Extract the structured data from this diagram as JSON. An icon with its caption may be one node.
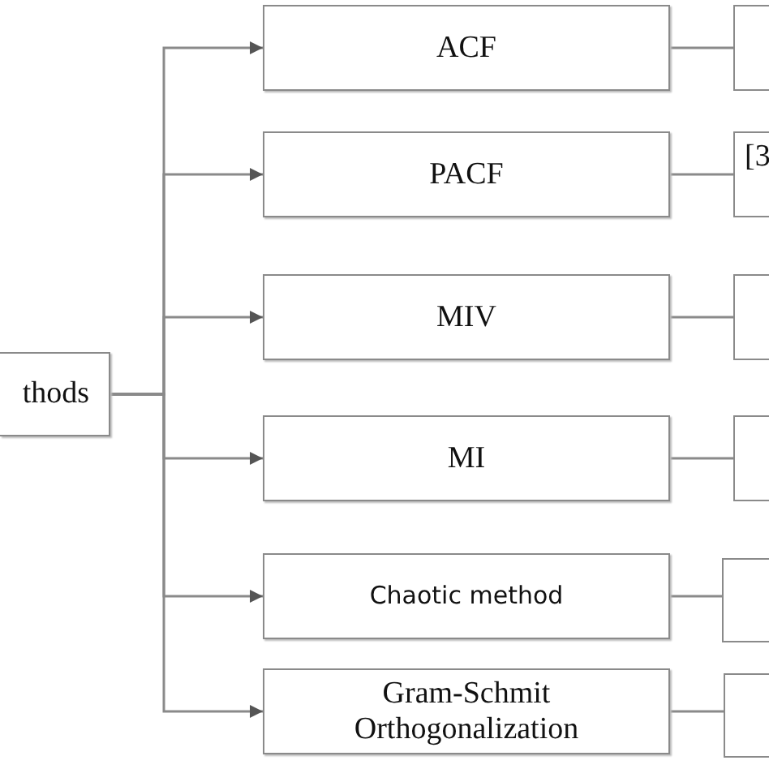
{
  "diagram": {
    "nodes": [
      {
        "text": [
          "thods"
        ]
      },
      {
        "text": [
          "ACF"
        ]
      },
      {
        "text": [
          "PACF"
        ]
      },
      {
        "text": [
          "MIV"
        ]
      },
      {
        "text": [
          "MI"
        ]
      },
      {
        "text": [
          "Chaotic method"
        ]
      },
      {
        "text": [
          "Gram-Schmit Orthogonalization"
        ]
      },
      {
        "text": [],
        "shape": "box"
      },
      {
        "text": [
          "[3"
        ]
      },
      {
        "text": [],
        "shape": "box"
      },
      {
        "text": [],
        "shape": "box"
      },
      {
        "text": [],
        "shape": "box"
      },
      {
        "text": [],
        "shape": "box"
      }
    ],
    "edges": [
      {
        "from": 0,
        "to": 1,
        "arrow": "to"
      },
      {
        "from": 0,
        "to": 2,
        "arrow": "to"
      },
      {
        "from": 0,
        "to": 3,
        "arrow": "to"
      },
      {
        "from": 0,
        "to": 4,
        "arrow": "to"
      },
      {
        "from": 0,
        "to": 5,
        "arrow": "to"
      },
      {
        "from": 0,
        "to": 6,
        "arrow": "to"
      },
      {
        "from": 1,
        "to": 7,
        "arrow": "none"
      },
      {
        "from": 2,
        "to": 8,
        "arrow": "none"
      },
      {
        "from": 3,
        "to": 9,
        "arrow": "none"
      },
      {
        "from": 4,
        "to": 10,
        "arrow": "none"
      },
      {
        "from": 5,
        "to": 11,
        "arrow": "none"
      },
      {
        "from": 6,
        "to": 12,
        "arrow": "none"
      }
    ]
  }
}
